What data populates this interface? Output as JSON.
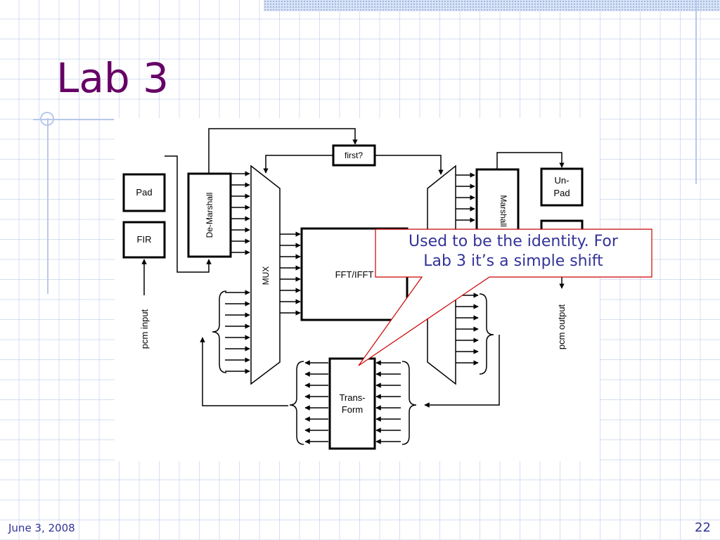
{
  "slide": {
    "title": "Lab 3",
    "footer_date": "June 3, 2008",
    "page_number": "22"
  },
  "diagram": {
    "blocks": {
      "pad": "Pad",
      "fir": "FIR",
      "de_marshall": "De-Marshall",
      "mux": "MUX",
      "first": "first?",
      "fft": "FFT/IFFT",
      "marshall": "Marshall",
      "un_pad": "Un-",
      "un_pad_2": "Pad",
      "transform_1": "Trans-",
      "transform_2": "Form"
    },
    "labels": {
      "pcm_input": "pcm input",
      "pcm_output": "pcm output"
    }
  },
  "callout": {
    "line1": "Used to be the identity. For",
    "line2": "Lab 3 it’s a simple shift",
    "border_color": "#cc0000",
    "text_color": "#333399"
  },
  "colors": {
    "title": "#660066",
    "grid": "#b4c4e6"
  }
}
